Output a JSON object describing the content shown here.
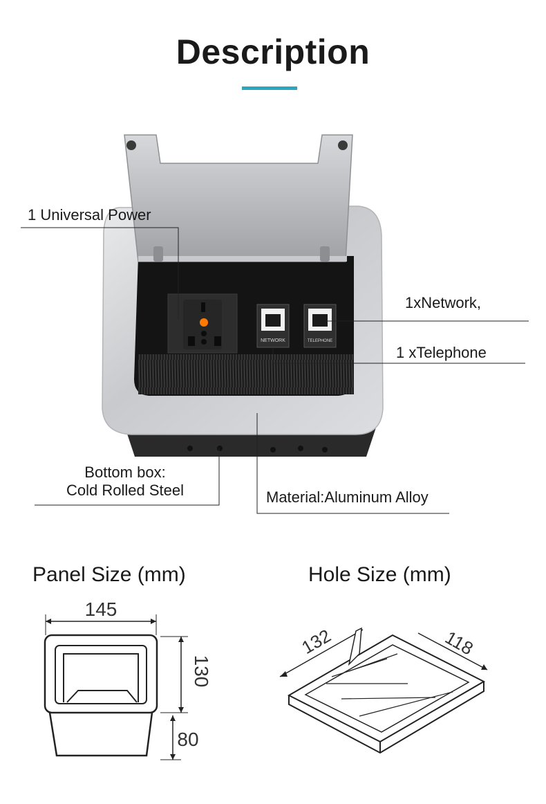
{
  "header": {
    "title": "Description",
    "accent_color": "#2aa6c0"
  },
  "callouts": {
    "power": "1 Universal Power",
    "network": "1xNetwork,",
    "telephone": "1 xTelephone",
    "bottom_box_line1": "Bottom box:",
    "bottom_box_line2": "Cold Rolled Steel",
    "material": "Material:Aluminum Alloy"
  },
  "product": {
    "network_port_label": "NETWORK",
    "telephone_port_label": "TELEPHONE"
  },
  "panel_size": {
    "heading": "Panel Size (mm)",
    "width": "145",
    "depth": "130",
    "height": "80"
  },
  "hole_size": {
    "heading": "Hole Size (mm)",
    "length": "132",
    "width": "118"
  }
}
